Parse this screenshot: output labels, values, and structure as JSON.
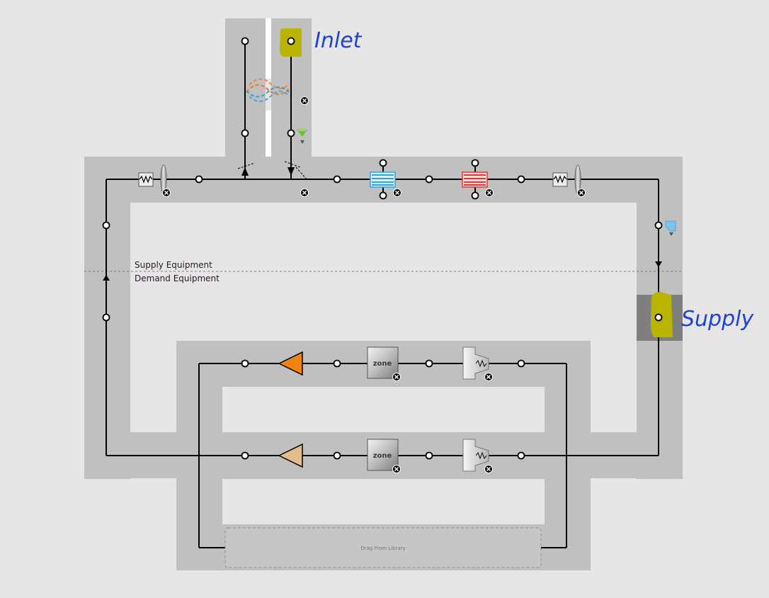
{
  "canvas": {
    "background": "#e6e6e6",
    "loop_area_color": "#c0c0c0",
    "line_color": "#000000"
  },
  "divider": {
    "supply_label": "Supply Equipment",
    "demand_label": "Demand Equipment"
  },
  "annotations": {
    "inlet": "Inlet",
    "supply": "Supply",
    "highlight_color": "#b9b400"
  },
  "drop_zone": {
    "label": "Drag From Library"
  },
  "zones": {
    "zone_1_label": "zone",
    "zone_2_label": "zone"
  },
  "colors": {
    "terminal_1": "#f0820f",
    "terminal_2": "#e2bd8a",
    "cooling_coil": "#2ea7d8",
    "heating_coil": "#d63a3a",
    "heat_exchanger_warm": "#f07a2f",
    "heat_exchanger_cool": "#3aa0d8",
    "setpoint_manager": "#6bbf3a",
    "supply_node_marker": "#7cc4ee"
  },
  "icons": {
    "remove": "remove-x-icon",
    "fan": "fan-icon",
    "damper": "damper-icon"
  }
}
